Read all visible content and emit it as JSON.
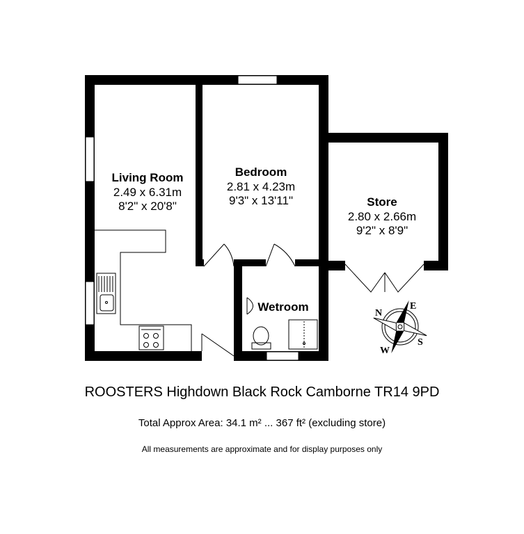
{
  "rooms": {
    "living": {
      "name": "Living Room",
      "metric": "2.49 x 6.31m",
      "imperial": "8'2\" x 20'8\""
    },
    "bedroom": {
      "name": "Bedroom",
      "metric": "2.81 x 4.23m",
      "imperial": "9'3\" x 13'11\""
    },
    "store": {
      "name": "Store",
      "metric": "2.80 x 2.66m",
      "imperial": "9'2\" x 8'9\""
    },
    "wetroom": {
      "name": "Wetroom"
    }
  },
  "compass": {
    "n": "N",
    "e": "E",
    "s": "S",
    "w": "W"
  },
  "footer": {
    "address": "ROOSTERS Highdown Black Rock Camborne TR14 9PD",
    "area": "Total Approx Area: 34.1 m² ... 367 ft² (excluding store)",
    "disclaimer": "All measurements are approximate and for display purposes only"
  },
  "colors": {
    "wall": "#000000",
    "background": "#ffffff"
  }
}
